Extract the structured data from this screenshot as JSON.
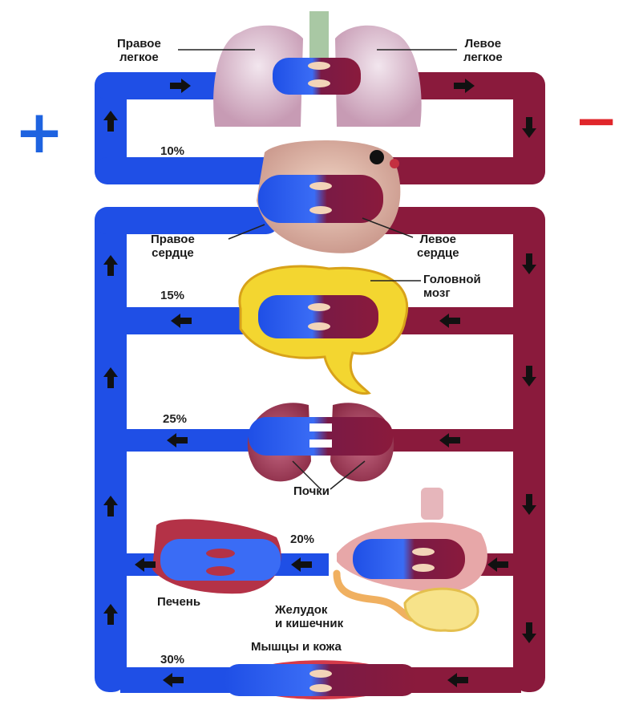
{
  "signs": {
    "plus": "+",
    "minus": "−"
  },
  "labels": {
    "right_lung": [
      "Правое",
      "легкое"
    ],
    "left_lung": [
      "Левое",
      "легкое"
    ],
    "right_heart": [
      "Правое",
      "сердце"
    ],
    "left_heart": [
      "Левое",
      "сердце"
    ],
    "brain": [
      "Головной",
      "мозг"
    ],
    "kidneys": "Почки",
    "liver": "Печень",
    "gut": [
      "Желудок",
      "и кишечник"
    ],
    "muscles": "Мышцы и кожа"
  },
  "percentages": {
    "lungs": "10%",
    "brain": "15%",
    "kidneys": "25%",
    "gut": "20%",
    "muscles": "30%"
  },
  "colors": {
    "venous": "#1f4fe6",
    "venous_light": "#4f86ff",
    "arterial": "#8a1a3c",
    "arterial_dark": "#6e1030",
    "plus": "#1e63e0",
    "minus": "#e0262b",
    "brain": "#f3d630",
    "lung": "#d6b9c8",
    "organ_red": "#b43247"
  }
}
